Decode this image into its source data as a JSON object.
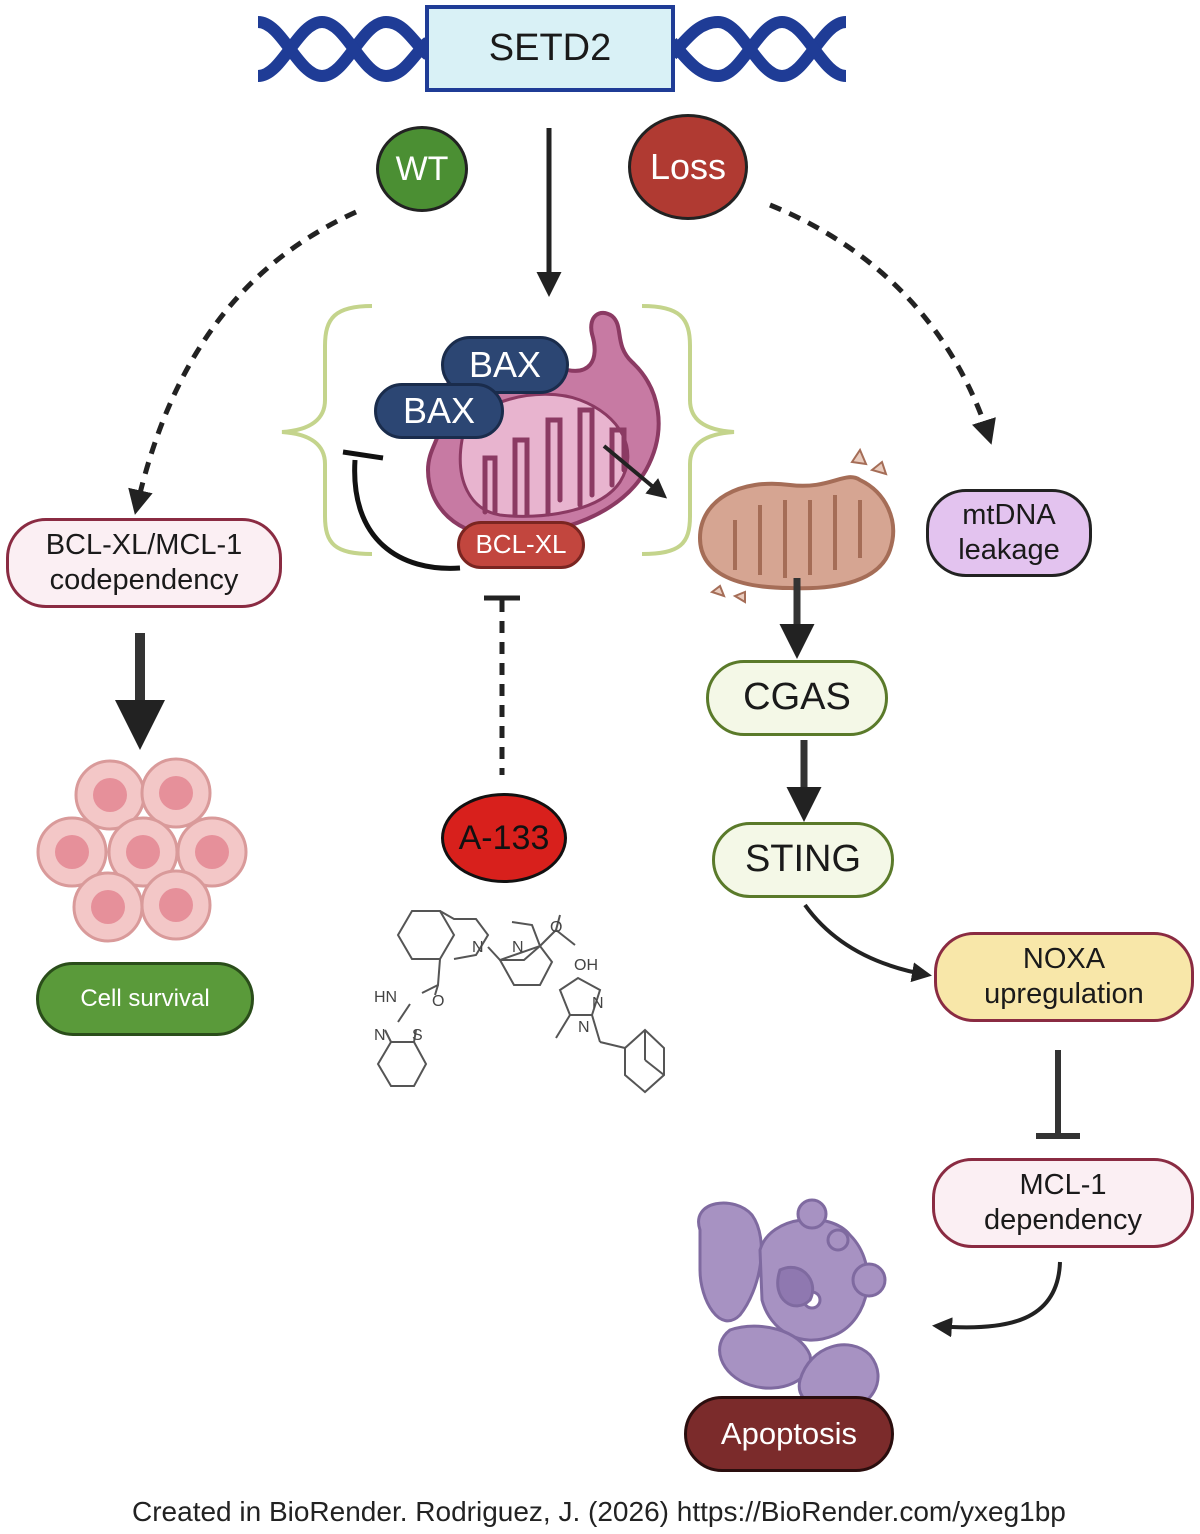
{
  "gene": {
    "label": "SETD2"
  },
  "status": {
    "wt": "WT",
    "loss": "Loss"
  },
  "wt_branch": {
    "codependency_line1": "BCL-XL/MCL-1",
    "codependency_line2": "codependency",
    "outcome": "Cell survival"
  },
  "center": {
    "bax_1": "BAX",
    "bax_2": "BAX",
    "bclxl": "BCL-XL",
    "drug": "A-133",
    "drug_atoms": {
      "n1": "N",
      "n2": "N",
      "o1": "O",
      "oh": "OH",
      "hn": "HN",
      "o2": "O",
      "n3": "N",
      "s": "S",
      "n4": "N",
      "n5": "N"
    }
  },
  "loss_branch": {
    "mtdna_line1": "mtDNA",
    "mtdna_line2": "leakage",
    "cgas": "CGAS",
    "sting": "STING",
    "noxa_line1": "NOXA",
    "noxa_line2": "upregulation",
    "mcl1_line1": "MCL-1",
    "mcl1_line2": "dependency",
    "outcome": "Apoptosis"
  },
  "credit": "Created in BioRender. Rodriguez, J. (2026) https://BioRender.com/yxeg1bp",
  "colors": {
    "dna": "#1f3c96",
    "gene_box": "#d9f1f6",
    "wt_green": "#4b8f33",
    "loss_red": "#b03a32",
    "bax_navy": "#2c4673",
    "mito_pink": "#c77aa3",
    "bclxl_red": "#c2463e",
    "drug_red": "#d8201c",
    "bracket_green": "#c4d48c",
    "mtdna_lilac": "#e3c3ef",
    "cgas_fill": "#f4f8e7",
    "noxa_fill": "#f8e7a9",
    "mcl1_fill": "#fbeff3",
    "cell_pink": "#f3c7c7",
    "apoptosis_purple": "#a792c2",
    "apoptosis_label": "#7b2b2b",
    "survival_green": "#5a9a3a"
  },
  "icons": [
    "dna-helix-icon",
    "mitochondrion-icon",
    "damaged-mitochondrion-icon",
    "cell-cluster-icon",
    "apoptotic-cell-icon",
    "chemical-structure-icon"
  ]
}
